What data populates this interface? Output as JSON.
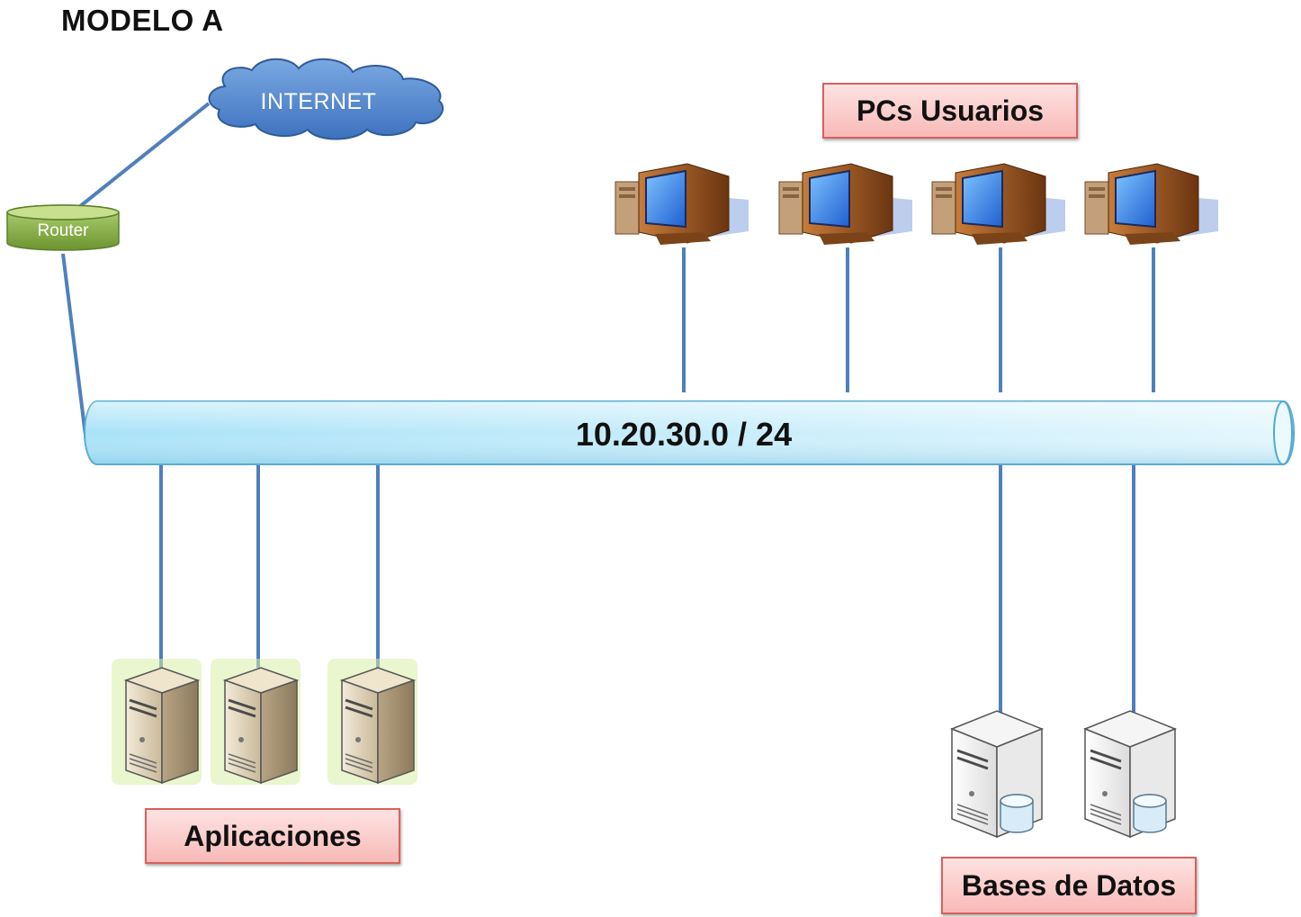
{
  "title": "MODELO A",
  "cloud": {
    "label": "INTERNET"
  },
  "router": {
    "label": "Router"
  },
  "network": {
    "label": "10.20.30.0 / 24"
  },
  "groups": {
    "pcs": "PCs Usuarios",
    "apps": "Aplicaciones",
    "dbs": "Bases de Datos"
  },
  "colors": {
    "link": "#4f7fbd",
    "bus_fill": "#bfe9fa",
    "label_border": "#d8605e",
    "label_fill": "#f8b9b7",
    "router_fill": "#8fb545",
    "cloud_fill": "#5b8fd1"
  },
  "icons": {
    "pc": "desktop-computer-icon",
    "app_server": "server-tower-icon",
    "db_server": "database-server-icon",
    "cloud": "cloud-icon",
    "router": "router-icon"
  }
}
